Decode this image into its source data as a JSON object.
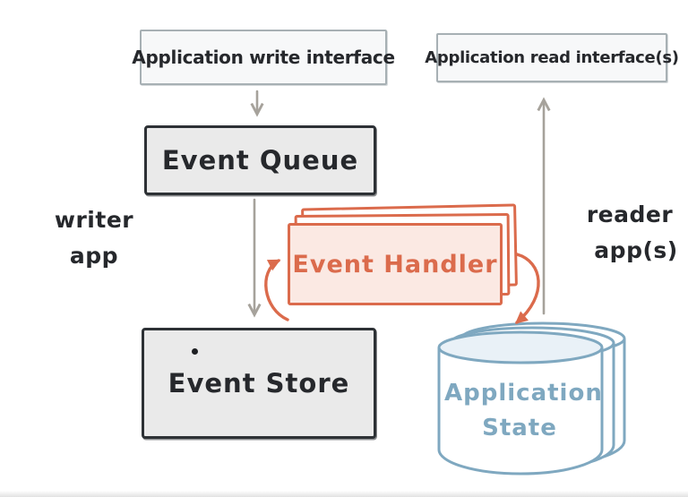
{
  "diagram": {
    "style": "hand-drawn sketch",
    "topic": "Event sourcing write/read flow"
  },
  "nodes": {
    "write_interface": {
      "label": "Application write interface"
    },
    "read_interface": {
      "label": "Application read interface(s)"
    },
    "event_queue": {
      "label": "Event Queue"
    },
    "event_handler": {
      "label": "Event Handler"
    },
    "event_store": {
      "label": "Event Store"
    },
    "application_state": {
      "line1": "Application",
      "line2": "State"
    }
  },
  "side_labels": {
    "writer_app": {
      "line1": "writer",
      "line2": "app"
    },
    "reader_app": {
      "line1": "reader",
      "line2": "app(s)"
    }
  },
  "edges": [
    {
      "name": "write-interface-to-event-queue",
      "from": "Application write interface",
      "to": "Event Queue",
      "color": "gray",
      "style": "straight-down"
    },
    {
      "name": "event-queue-to-event-store",
      "from": "Event Queue",
      "to": "Event Store",
      "color": "gray",
      "style": "straight-down"
    },
    {
      "name": "event-store-to-event-handler",
      "from": "Event Store",
      "to": "Event Handler",
      "color": "orange",
      "style": "curved"
    },
    {
      "name": "event-handler-to-application-state",
      "from": "Event Handler",
      "to": "Application State",
      "color": "orange",
      "style": "curved"
    },
    {
      "name": "application-state-to-read-interface",
      "from": "Application State",
      "to": "Application read interface(s)",
      "color": "gray",
      "style": "straight-up"
    }
  ],
  "colors": {
    "accent_orange": "#db6b4c",
    "orange_fill": "#fbe9e3",
    "accent_blue": "#7fa8c0",
    "blue_fill": "#e9f1f7",
    "dark_border": "#2d3135",
    "gray_box_fill": "#eaeaea",
    "light_border": "#a7b0b4",
    "light_fill": "#f7f8f9",
    "arrow_gray": "#a6a29b",
    "text_dark": "#26282c",
    "background": "#ffffff"
  }
}
